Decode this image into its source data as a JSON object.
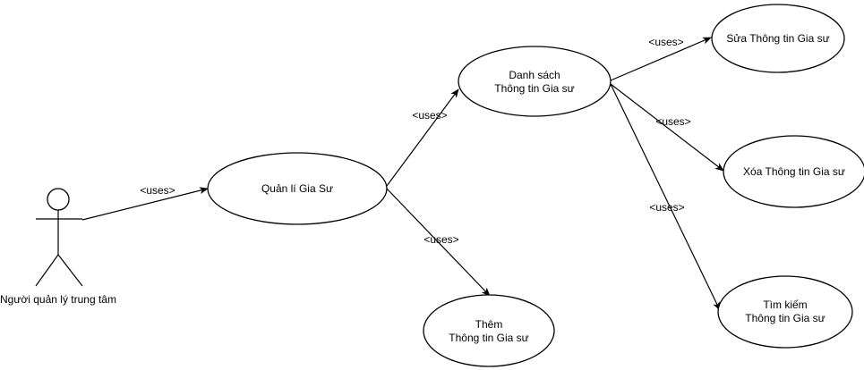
{
  "diagram": {
    "actor": {
      "name": "Người quản lý trung tâm"
    },
    "use_cases": {
      "manage": "Quản lí Gia Sư",
      "list_line1": "Danh sách",
      "list_line2": "Thông tin Gia sư",
      "add_line1": "Thêm",
      "add_line2": "Thông tin Gia sư",
      "edit": "Sửa Thông tin Gia sư",
      "delete": "Xóa Thông tin Gia sư",
      "search_line1": "Tìm kiếm",
      "search_line2": "Thông tin Gia sư"
    },
    "relations": {
      "actor_to_manage": "<uses>",
      "manage_to_list": "<uses>",
      "manage_to_add": "<uses>",
      "list_to_edit": "<uses>",
      "list_to_delete": "<uses>",
      "list_to_search": "<uses>"
    }
  }
}
